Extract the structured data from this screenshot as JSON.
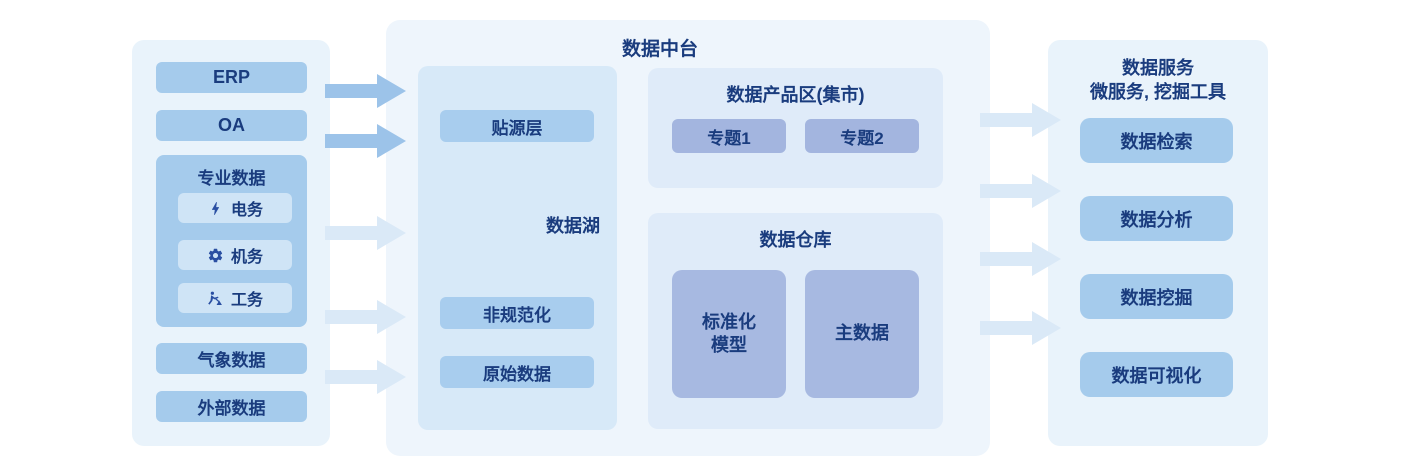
{
  "colors": {
    "panel_bg": "#e9f3fb",
    "mid_panel_bg": "#eef5fc",
    "lake_panel_bg": "#d7e9f8",
    "zone_panel_bg": "#dfebf9",
    "box_blue": "#a5cbec",
    "sub_box_blue": "#cfe4f6",
    "topic_purple_blue": "#a3b5df",
    "warehouse_purple_blue": "#a7b9e1",
    "arrow_dark": "#9cc3e9",
    "arrow_light": "#dae9f7",
    "text_navy": "#1a3c7e"
  },
  "sources_panel": {
    "erp": "ERP",
    "oa": "OA",
    "group": {
      "title": "专业数据",
      "items": [
        {
          "icon": "lightning-icon",
          "label": "电务"
        },
        {
          "icon": "gear-icon",
          "label": "机务"
        },
        {
          "icon": "worker-icon",
          "label": "工务"
        }
      ]
    },
    "weather": "气象数据",
    "external": "外部数据"
  },
  "platform": {
    "title": "数据中台",
    "lake": {
      "label": "数据湖",
      "source_layer": "贴源层",
      "non_standard": "非规范化",
      "raw_data": "原始数据"
    },
    "product_zone": {
      "title": "数据产品区(集市)",
      "topics": [
        "专题1",
        "专题2"
      ]
    },
    "warehouse": {
      "title": "数据仓库",
      "standard_model_line1": "标准化",
      "standard_model_line2": "模型",
      "master_data": "主数据"
    }
  },
  "services_panel": {
    "title_line1": "数据服务",
    "title_line2": "微服务, 挖掘工具",
    "items": [
      "数据检索",
      "数据分析",
      "数据挖掘",
      "数据可视化"
    ]
  }
}
